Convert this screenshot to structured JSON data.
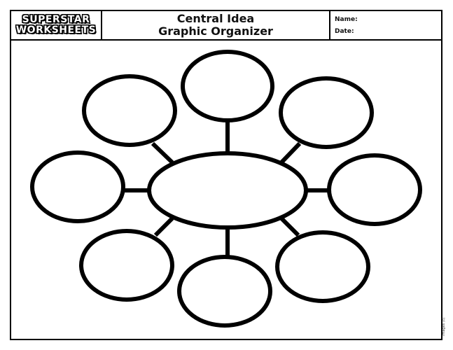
{
  "logo": {
    "line1": "SUPERSTAR",
    "line2": "WORKSHEETS"
  },
  "title": {
    "line1": "Central Idea",
    "line2": "Graphic Organizer"
  },
  "fields": {
    "name_label": "Name:",
    "date_label": "Date:"
  },
  "organizer": {
    "center_bubble": "",
    "outer_bubbles": [
      "",
      "",
      "",
      "",
      "",
      "",
      "",
      ""
    ]
  },
  "credit": "Images (c)",
  "colors": {
    "ink": "#000000",
    "paper": "#ffffff"
  }
}
